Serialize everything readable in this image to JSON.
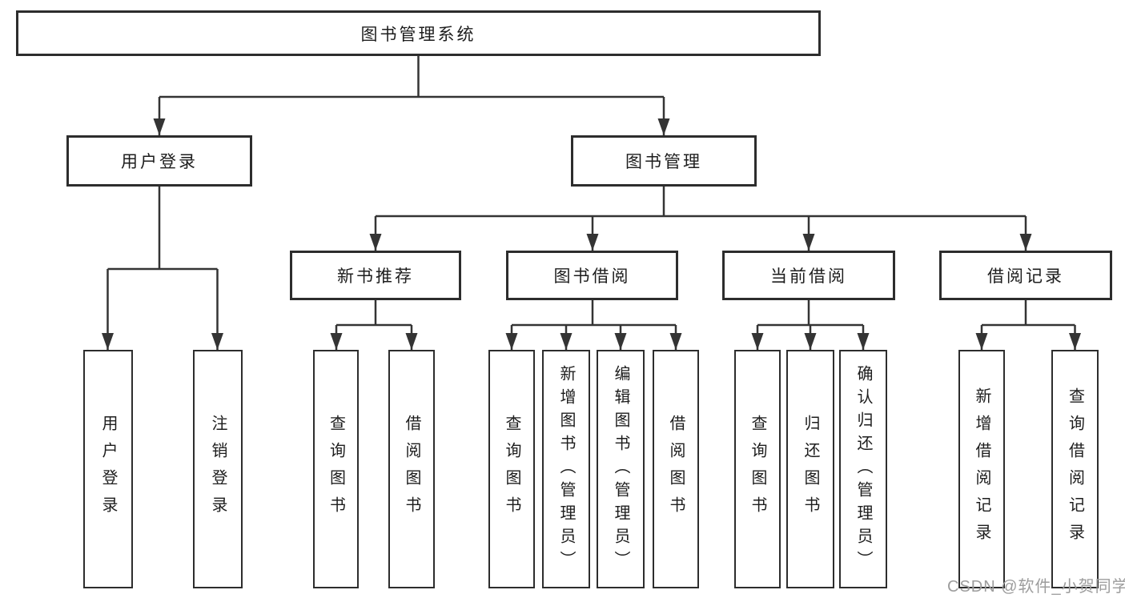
{
  "root": {
    "label": "图书管理系统"
  },
  "level2": [
    {
      "label": "用户登录"
    },
    {
      "label": "图书管理"
    }
  ],
  "level3": [
    {
      "label": "新书推荐"
    },
    {
      "label": "图书借阅"
    },
    {
      "label": "当前借阅"
    },
    {
      "label": "借阅记录"
    }
  ],
  "leaves": {
    "user_login": [
      "用户登录",
      "注销登录"
    ],
    "new_book_recommend": [
      "查询图书",
      "借阅图书"
    ],
    "book_borrowing": [
      "查询图书",
      "新增图书（管理员）",
      "编辑图书（管理员）",
      "借阅图书"
    ],
    "current_borrowing": [
      "查询图书",
      "归还图书",
      "确认归还（管理员）"
    ],
    "borrowing_records": [
      "新增借阅记录",
      "查询借阅记录"
    ]
  },
  "watermark": {
    "text": "CSDN @软件_小贺同学"
  },
  "colors": {
    "line": "#343434",
    "box_border": "#2d2d2d",
    "text": "#1d1d1d",
    "watermark": "#9d9d9d",
    "background": "#ffffff"
  }
}
